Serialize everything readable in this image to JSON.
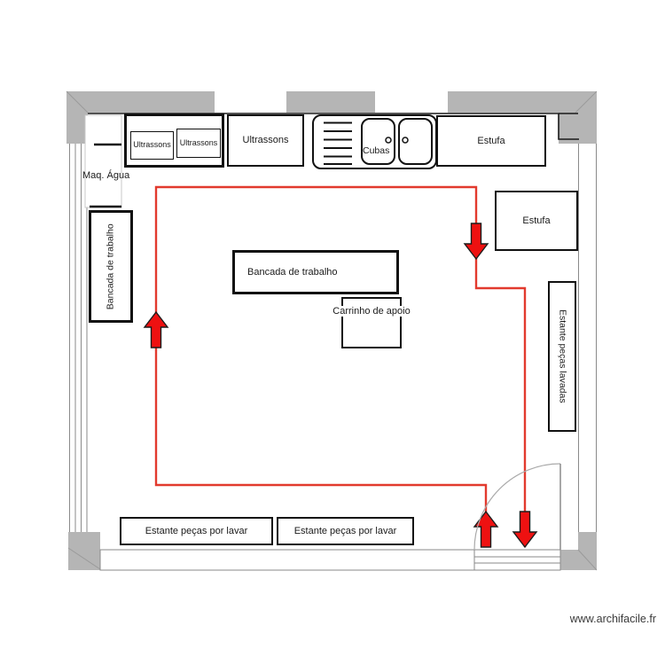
{
  "colors": {
    "wall_gray": "#b5b5b5",
    "flow_red": "#e23a2e",
    "arrow_red": "#ee1111",
    "arrow_outline": "#1c1c1c"
  },
  "labels": {
    "ultrassons_1": "Ultrassons",
    "ultrassons_2": "Ultrassons",
    "ultrassons_3": "Ultrassons",
    "cubas": "Cubas",
    "estufa_top": "Estufa",
    "estufa_right": "Estufa",
    "maq_agua": "Maq. Água",
    "bancada_left": "Bancada de trabalho",
    "bancada_center": "Bancada de trabalho",
    "carrinho": "Carrinho de apoio",
    "estante_lavadas": "Estante peças lavadas",
    "estante_por_lavar_1": "Estante peças por lavar",
    "estante_por_lavar_2": "Estante peças por lavar"
  },
  "icons": {
    "sink": "double-basin-sink-with-drainer",
    "computer": "keyboard-mouse-monitor",
    "door": "door-swing-arc",
    "flow_arrows": [
      "up-left-side",
      "down-upper-right",
      "up-door-entry",
      "down-door-exit"
    ]
  },
  "watermark": "www.archifacile.fr"
}
